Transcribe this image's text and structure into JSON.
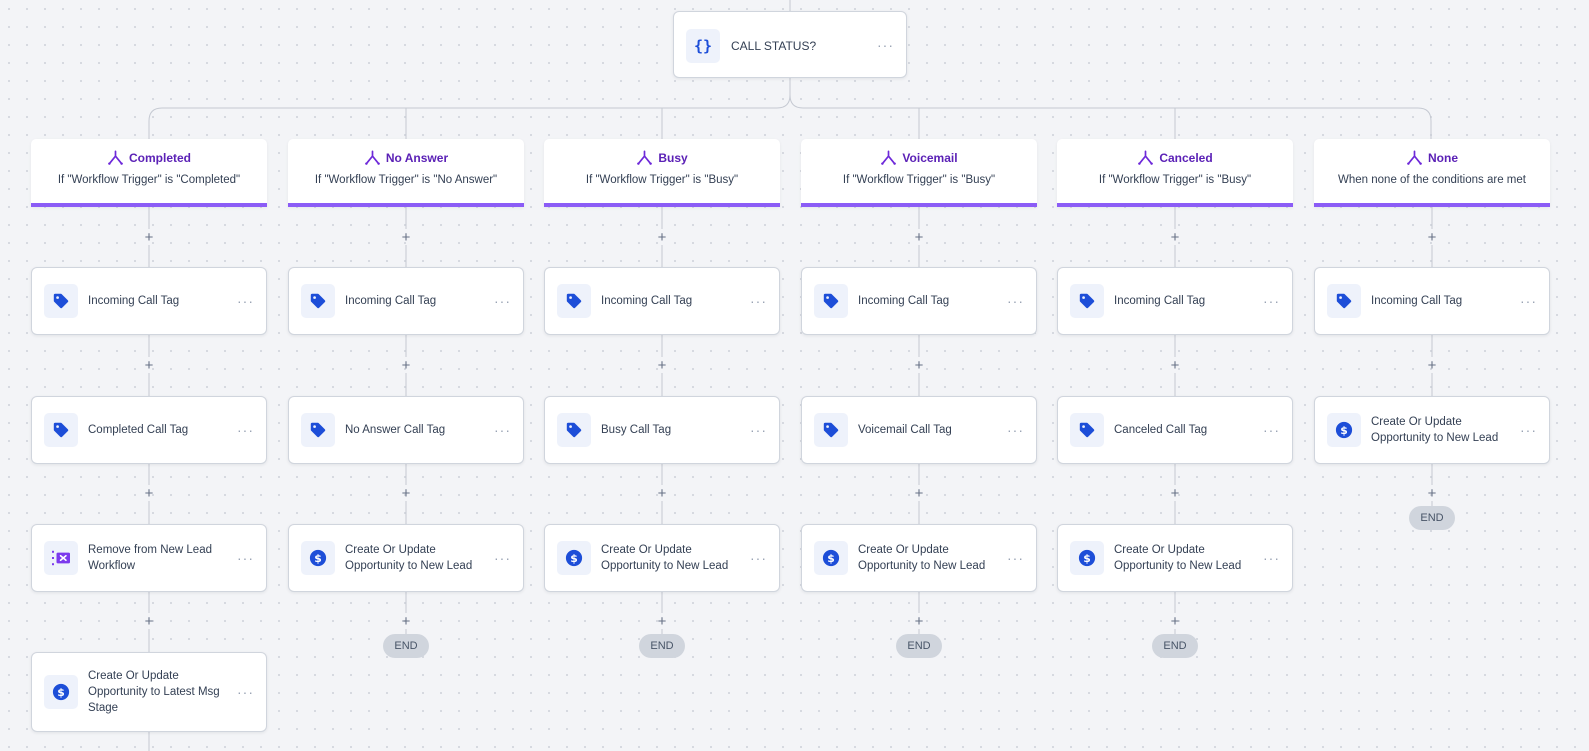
{
  "root": {
    "title": "CALL STATUS?",
    "icon": "code-braces-icon",
    "icon_glyph": "{}"
  },
  "colors": {
    "branch_accent": "#8b5cf6",
    "branch_title": "#5b21b6",
    "icon_blue": "#1d4ed8",
    "remove_icon_purple": "#7c3aed"
  },
  "branches": [
    {
      "label": "Completed",
      "condition": "If \"Workflow Trigger\" is \"Completed\"",
      "actions": [
        {
          "label": "Incoming Call Tag",
          "icon": "tag-icon"
        },
        {
          "label": "Completed Call Tag",
          "icon": "tag-icon"
        },
        {
          "label": "Remove from New Lead Workflow",
          "icon": "remove-from-workflow-icon"
        },
        {
          "label": "Create Or Update Opportunity to Latest Msg Stage",
          "icon": "dollar-icon"
        }
      ]
    },
    {
      "label": "No Answer",
      "condition": "If \"Workflow Trigger\" is \"No Answer\"",
      "actions": [
        {
          "label": "Incoming Call Tag",
          "icon": "tag-icon"
        },
        {
          "label": "No Answer Call Tag",
          "icon": "tag-icon"
        },
        {
          "label": "Create Or Update Opportunity to New Lead",
          "icon": "dollar-icon"
        }
      ],
      "end_label": "END"
    },
    {
      "label": "Busy",
      "condition": "If \"Workflow Trigger\" is \"Busy\"",
      "actions": [
        {
          "label": "Incoming Call Tag",
          "icon": "tag-icon"
        },
        {
          "label": "Busy Call Tag",
          "icon": "tag-icon"
        },
        {
          "label": "Create Or Update Opportunity to New Lead",
          "icon": "dollar-icon"
        }
      ],
      "end_label": "END"
    },
    {
      "label": "Voicemail",
      "condition": "If \"Workflow Trigger\" is \"Busy\"",
      "actions": [
        {
          "label": "Incoming Call Tag",
          "icon": "tag-icon"
        },
        {
          "label": "Voicemail Call Tag",
          "icon": "tag-icon"
        },
        {
          "label": "Create Or Update Opportunity to New Lead",
          "icon": "dollar-icon"
        }
      ],
      "end_label": "END"
    },
    {
      "label": "Canceled",
      "condition": "If \"Workflow Trigger\" is \"Busy\"",
      "actions": [
        {
          "label": "Incoming Call Tag",
          "icon": "tag-icon"
        },
        {
          "label": "Canceled Call Tag",
          "icon": "tag-icon"
        },
        {
          "label": "Create Or Update Opportunity to New Lead",
          "icon": "dollar-icon"
        }
      ],
      "end_label": "END"
    },
    {
      "label": "None",
      "condition": "When none of the conditions are met",
      "actions": [
        {
          "label": "Incoming Call Tag",
          "icon": "tag-icon"
        },
        {
          "label": "Create Or Update Opportunity to New Lead",
          "icon": "dollar-icon"
        }
      ],
      "end_label": "END"
    }
  ],
  "add_step_glyph": "+",
  "menu_glyph": "···"
}
